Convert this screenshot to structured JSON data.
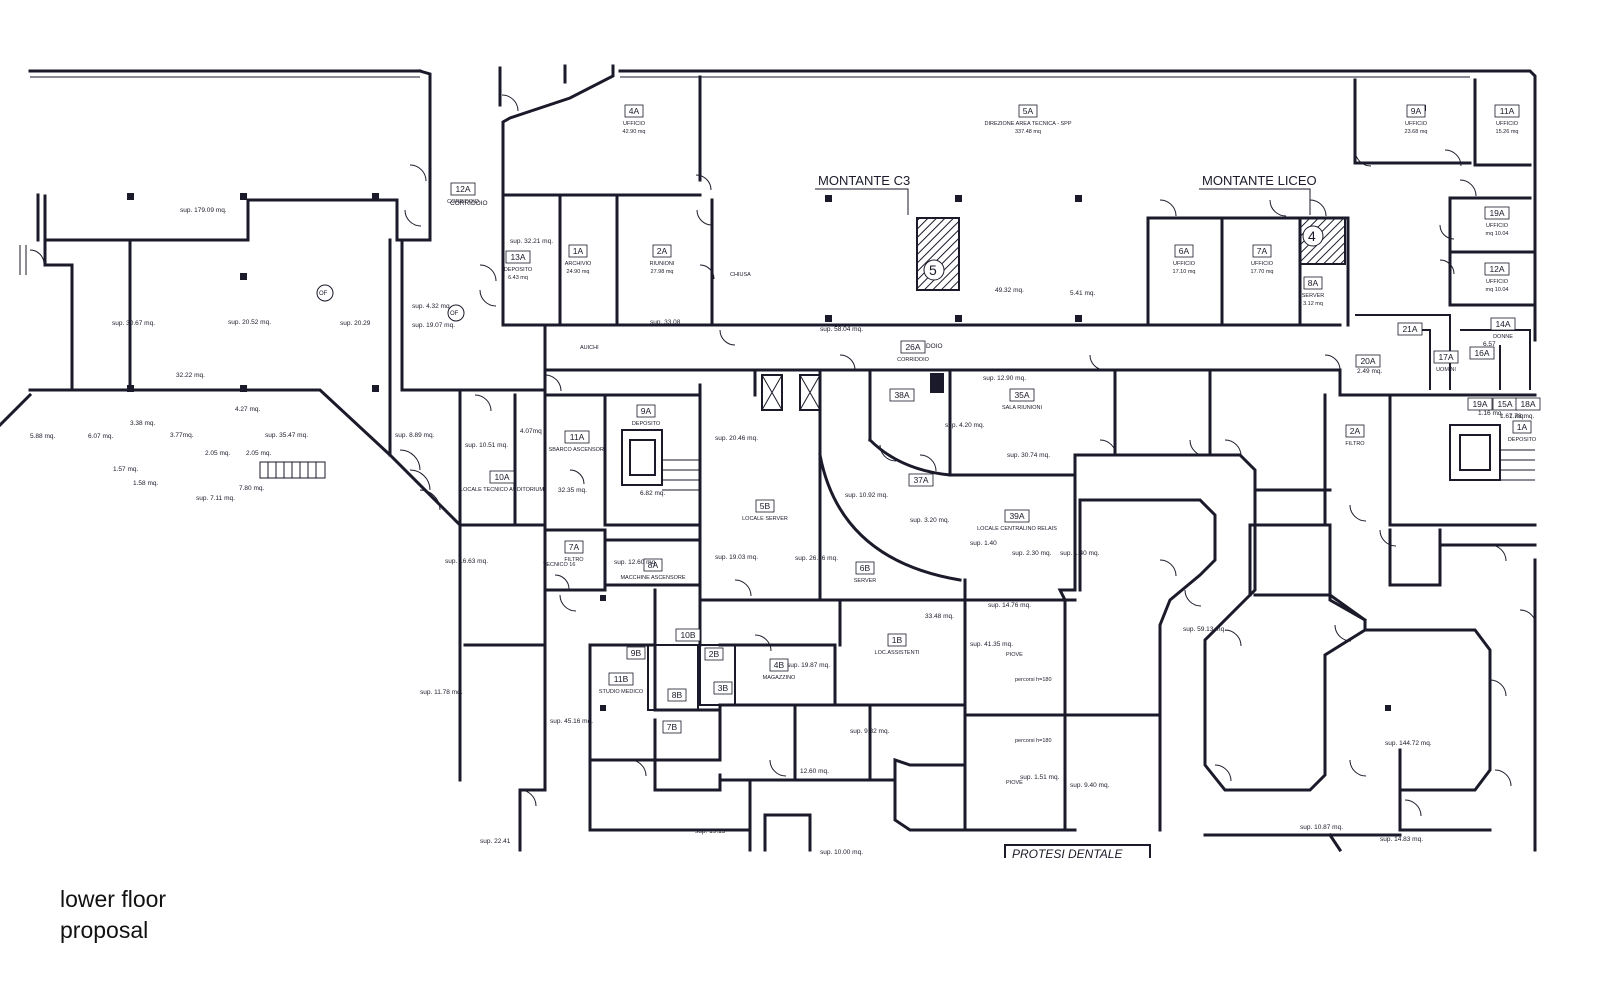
{
  "caption": {
    "line1": "lower floor",
    "line2": "proposal"
  },
  "labels": {
    "montante_c3": "MONTANTE C3",
    "montante_liceo": "MONTANTE LICEO",
    "protesi": "PROTESI DENTALE",
    "corridoio": "CORRIDOIO",
    "corridoio_12a": "CORRIDOIO",
    "of1": "OF",
    "of2": "OF",
    "num5": "5",
    "num4": "4"
  },
  "rooms": [
    {
      "code": "4A",
      "name": "UFFICIO",
      "area": "42.90 mq"
    },
    {
      "code": "5A",
      "name": "DIREZIONE AREA TECNICA - SPP",
      "area": "337.48 mq"
    },
    {
      "code": "9A",
      "name": "UFFICIO",
      "area": "23.68 mq"
    },
    {
      "code": "11A",
      "name": "UFFICIO",
      "area": "15.26 mq"
    },
    {
      "code": "12A",
      "name": "CORRIDOIO",
      "area": ""
    },
    {
      "code": "13A",
      "name": "DEPOSITO",
      "area": "6.43 mq"
    },
    {
      "code": "1A",
      "name": "ARCHIVIO",
      "area": "24.90 mq"
    },
    {
      "code": "2A",
      "name": "RIUNIONI",
      "area": "27.98 mq"
    },
    {
      "code": "6A",
      "name": "UFFICIO",
      "area": "17.10 mq"
    },
    {
      "code": "7A",
      "name": "UFFICIO",
      "area": "17.70 mq"
    },
    {
      "code": "8A",
      "name": "SERVER",
      "area": "3.12 mq"
    },
    {
      "code": "19A",
      "name": "UFFICIO",
      "area": "mq 10.04"
    },
    {
      "code": "12A",
      "name": "UFFICIO",
      "area": "mq 10.04"
    },
    {
      "code": "26A",
      "name": "CORRIDOIO",
      "area": ""
    },
    {
      "code": "21A",
      "name": "",
      "area": ""
    },
    {
      "code": "14A",
      "name": "DONNE",
      "area": ""
    },
    {
      "code": "20A",
      "name": "",
      "area": ""
    },
    {
      "code": "17A",
      "name": "UOMINI",
      "area": ""
    },
    {
      "code": "16A",
      "name": "",
      "area": ""
    },
    {
      "code": "9A",
      "name": "DEPOSITO",
      "area": ""
    },
    {
      "code": "38A",
      "name": "",
      "area": ""
    },
    {
      "code": "35A",
      "name": "SALA RIUNIONI",
      "area": ""
    },
    {
      "code": "10A",
      "name": "LOCALE TECNICO AUDITORIUM",
      "area": ""
    },
    {
      "code": "11A",
      "name": "SBARCO ASCENSORI",
      "area": ""
    },
    {
      "code": "5B",
      "name": "LOCALE SERVER",
      "area": ""
    },
    {
      "code": "37A",
      "name": "",
      "area": ""
    },
    {
      "code": "39A",
      "name": "LOCALE CENTRALINO RELAIS",
      "area": ""
    },
    {
      "code": "2A",
      "name": "FILTRO",
      "area": ""
    },
    {
      "code": "19A",
      "name": "",
      "area": ""
    },
    {
      "code": "15A",
      "name": "",
      "area": ""
    },
    {
      "code": "18A",
      "name": "",
      "area": ""
    },
    {
      "code": "1A",
      "name": "DEPOSITO",
      "area": ""
    },
    {
      "code": "7A",
      "name": "FILTRO",
      "area": ""
    },
    {
      "code": "8A",
      "name": "MACCHINE ASCENSORE",
      "area": ""
    },
    {
      "code": "6B",
      "name": "SERVER",
      "area": ""
    },
    {
      "code": "1B",
      "name": "LOC.ASSISTENTI",
      "area": ""
    },
    {
      "code": "10B",
      "name": "",
      "area": ""
    },
    {
      "code": "9B",
      "name": "",
      "area": ""
    },
    {
      "code": "2B",
      "name": "",
      "area": ""
    },
    {
      "code": "4B",
      "name": "MAGAZZINO",
      "area": ""
    },
    {
      "code": "11B",
      "name": "STUDIO MEDICO",
      "area": ""
    },
    {
      "code": "8B",
      "name": "",
      "area": ""
    },
    {
      "code": "3B",
      "name": "",
      "area": ""
    },
    {
      "code": "7B",
      "name": "",
      "area": ""
    }
  ],
  "areas": [
    "sup. 179.09 mq.",
    "sup. 32.21 mq.",
    "sup. 4.32 mq.",
    "sup. 19.07 mq.",
    "sup. 20.29",
    "sup. 20.52 mq.",
    "sup. 30.67 mq.",
    "32.22 mq.",
    "4.27 mq.",
    "3.38 mq.",
    "3.77mq.",
    "6.07 mq.",
    "5.88 mq.",
    "1.57 mq.",
    "1.58 mq.",
    "2.05 mq.",
    "2.05 mq.",
    "sup. 35.47 mq.",
    "7.80 mq.",
    "sup. 7.11 mq.",
    "sup. 8.89 mq.",
    "sup. 10.51 mq.",
    "4.07mq",
    "32.35 mq.",
    "sup. 20.46 mq.",
    "sup. 12.90 mq.",
    "sup. 30.74 mq.",
    "sup. 10.92 mq.",
    "sup. 3.20 mq.",
    "sup. 1.40",
    "sup. 2.30 mq.",
    "sup. 1.40 mq.",
    "49.32 mq.",
    "5.41 mq.",
    "sup. 33.08",
    "sup. 58.04 mq.",
    "sup. 19.03 mq.",
    "sup. 26.76 mq.",
    "sup. 16.63 mq.",
    "sup. 12.60 mq.",
    "33.48 mq.",
    "sup. 14.76 mq.",
    "sup. 41.35 mq.",
    "sup. 59.13 mq.",
    "sup. 19.87 mq.",
    "sup. 11.78 mq.",
    "sup. 45.16 mq.",
    "sup. 9.82 mq.",
    "12.60 mq.",
    "sup. 1.51 mq.",
    "sup. 9.40 mq.",
    "sup. 144.72 mq.",
    "sup. 10.87 mq.",
    "sup. 14.83 mq.",
    "sup. 22.41",
    "sup. 10.00 mq.",
    "sup. 19.15",
    "sup. 4.20 mq.",
    "6.82 mq.",
    "2.49 mq.",
    "6.57",
    "1.16 mq.",
    "1.67 mq.",
    "1.78 mq."
  ],
  "misc": [
    "CHIUSA",
    "PIOVE",
    "PIOVE",
    "percorsi h=180",
    "percorsi h=180",
    "AUICHI",
    "TECNICO 16"
  ]
}
